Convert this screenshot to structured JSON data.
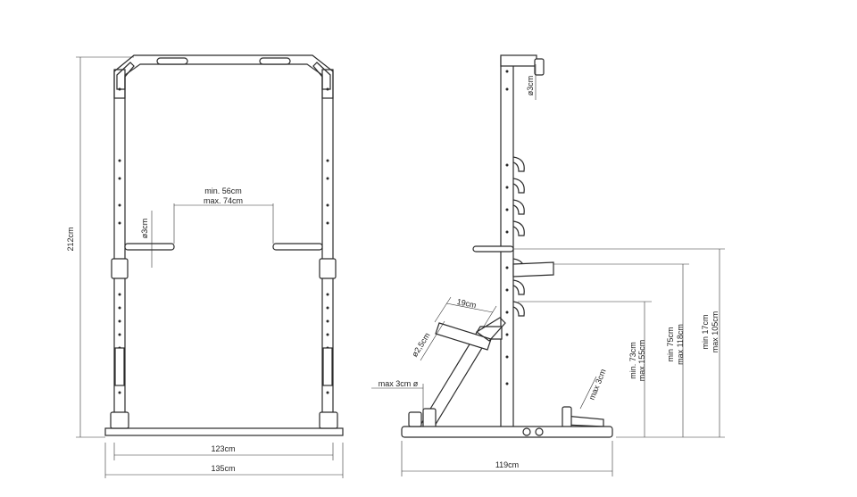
{
  "front_view": {
    "height": "212cm",
    "inner_width": "123cm",
    "outer_width": "135cm",
    "grip_min": "min. 56cm",
    "grip_max": "max. 74cm",
    "handle_diameter": "ø3cm"
  },
  "side_view": {
    "depth": "119cm",
    "top_handle_diameter": "ø3cm",
    "backrest_width": "19cm",
    "backrest_tube_diameter": "ø2,5cm",
    "bar_holder_diameter": "max 3cm ø",
    "seat_height_min": "min. 73cm",
    "seat_height_max": "max.155cm",
    "hook_height_min": "min 75cm",
    "hook_height_max": "max 118cm",
    "dip_height_min": "min 17cm",
    "dip_height_max": "max 105cm",
    "foot_holder": "max 3cm"
  }
}
